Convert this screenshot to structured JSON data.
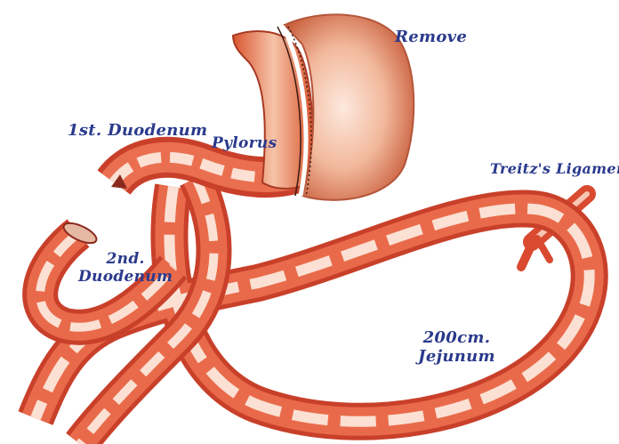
{
  "labels": {
    "remove": "Remove",
    "first_duodenum": "1st. Duodenum",
    "pylorus": "Pylorus",
    "treitz": "Treitz's Ligament",
    "second_duodenum_line1": "2nd.",
    "second_duodenum_line2": "Duodenum",
    "jejunum_line1": "200cm.",
    "jejunum_line2": "Jejunum"
  },
  "colors": {
    "tissue": "#d9442a",
    "tissue_highlight": "#fbe6dc",
    "stomach": "#e79a78",
    "stomach_highlight": "#fde9de",
    "label_text": "#2b3a8c"
  }
}
